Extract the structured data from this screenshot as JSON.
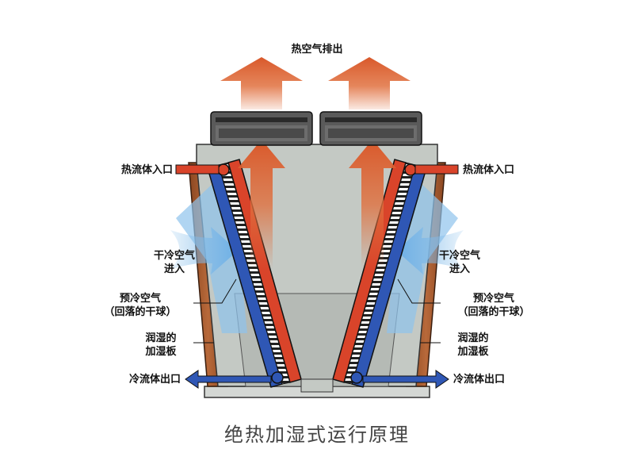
{
  "labels": {
    "hot_air_exhaust": "热空气排出",
    "hot_fluid_inlet_left": "热流体入口",
    "hot_fluid_inlet_right": "热流体入口",
    "dry_cold_air_in_left": [
      "干冷空气",
      "进入"
    ],
    "dry_cold_air_in_right": [
      "干冷空气",
      "进入"
    ],
    "precooled_air_left": [
      "预冷空气",
      "（回落的干球）"
    ],
    "precooled_air_right": [
      "预冷空气",
      "（回落的干球）"
    ],
    "wet_pad_left": [
      "润湿的",
      "加湿板"
    ],
    "wet_pad_right": [
      "润湿的",
      "加湿板"
    ],
    "cold_fluid_outlet_left": "冷流体出口",
    "cold_fluid_outlet_right": "冷流体出口"
  },
  "caption": "绝热加湿式运行原理",
  "colors": {
    "hot_fluid": "#d9442a",
    "cold_fluid": "#2f57b5",
    "hot_air_arrow": "#e0703e",
    "cool_air": "#8fc3ec",
    "wet_pad": "#a85a2e",
    "cabinet": "#c4c9c4",
    "fan_housing": "#4a4a4a"
  }
}
